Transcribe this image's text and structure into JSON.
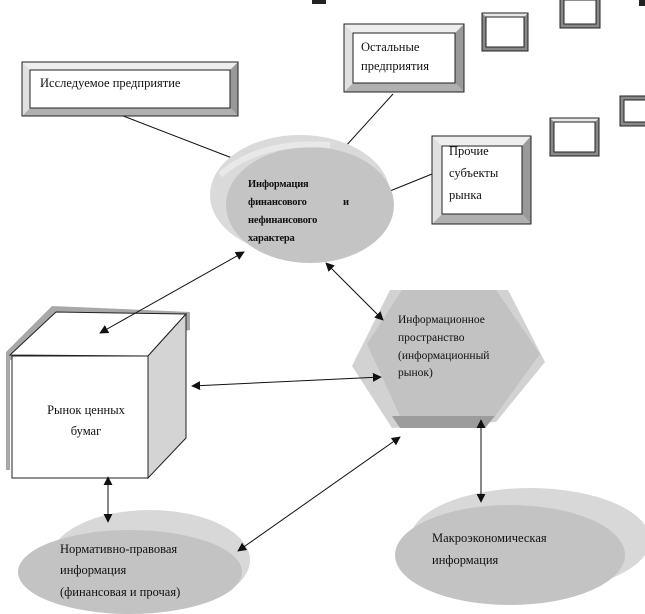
{
  "diagram": {
    "title": "",
    "nodes": {
      "studied_enterprise": {
        "label": "Исследуемое предприятие",
        "shape": "beveled-rectangle"
      },
      "other_enterprises": {
        "lines": [
          "Остальные",
          "предприятия"
        ],
        "shape": "beveled-rectangle"
      },
      "other_market_subjects": {
        "lines": [
          "Прочие",
          "субъекты",
          "рынка"
        ],
        "shape": "beveled-rectangle"
      },
      "financial_info": {
        "lines": [
          "Информация",
          "финансового",
          "нефинансового",
          "характера"
        ],
        "conjunction": "и",
        "shape": "3d-ellipse"
      },
      "info_space": {
        "lines": [
          "Информационное",
          "пространство",
          "(информационный",
          "рынок)"
        ],
        "shape": "3d-hexagon"
      },
      "securities_market": {
        "lines": [
          "Рынок ценных",
          "бумаг"
        ],
        "shape": "3d-cube"
      },
      "regulatory_info": {
        "lines": [
          "Нормативно-правовая",
          "информация",
          "(финансовая и прочая)"
        ],
        "shape": "3d-ellipse"
      },
      "macro_info": {
        "lines": [
          "Макроэкономическая",
          "информация"
        ],
        "shape": "3d-ellipse"
      }
    },
    "decorative_boxes": 6,
    "edges": [
      {
        "from": "studied_enterprise",
        "to": "financial_info",
        "type": "line"
      },
      {
        "from": "other_enterprises",
        "to": "financial_info",
        "type": "line"
      },
      {
        "from": "other_market_subjects",
        "to": "financial_info",
        "type": "line"
      },
      {
        "from": "financial_info",
        "to": "securities_market",
        "type": "double-arrow"
      },
      {
        "from": "financial_info",
        "to": "info_space",
        "type": "double-arrow"
      },
      {
        "from": "securities_market",
        "to": "info_space",
        "type": "double-arrow"
      },
      {
        "from": "securities_market",
        "to": "regulatory_info",
        "type": "double-arrow"
      },
      {
        "from": "info_space",
        "to": "regulatory_info",
        "type": "double-arrow"
      },
      {
        "from": "info_space",
        "to": "macro_info",
        "type": "double-arrow"
      }
    ],
    "colors": {
      "shape_fill": "#c4c4c4",
      "shape_side": "#d6d6d6",
      "shape_shadow": "#9a9a9a",
      "bevel_dark": "#8c8c8c",
      "bevel_light": "#e6e6e6",
      "line": "#111111"
    }
  }
}
